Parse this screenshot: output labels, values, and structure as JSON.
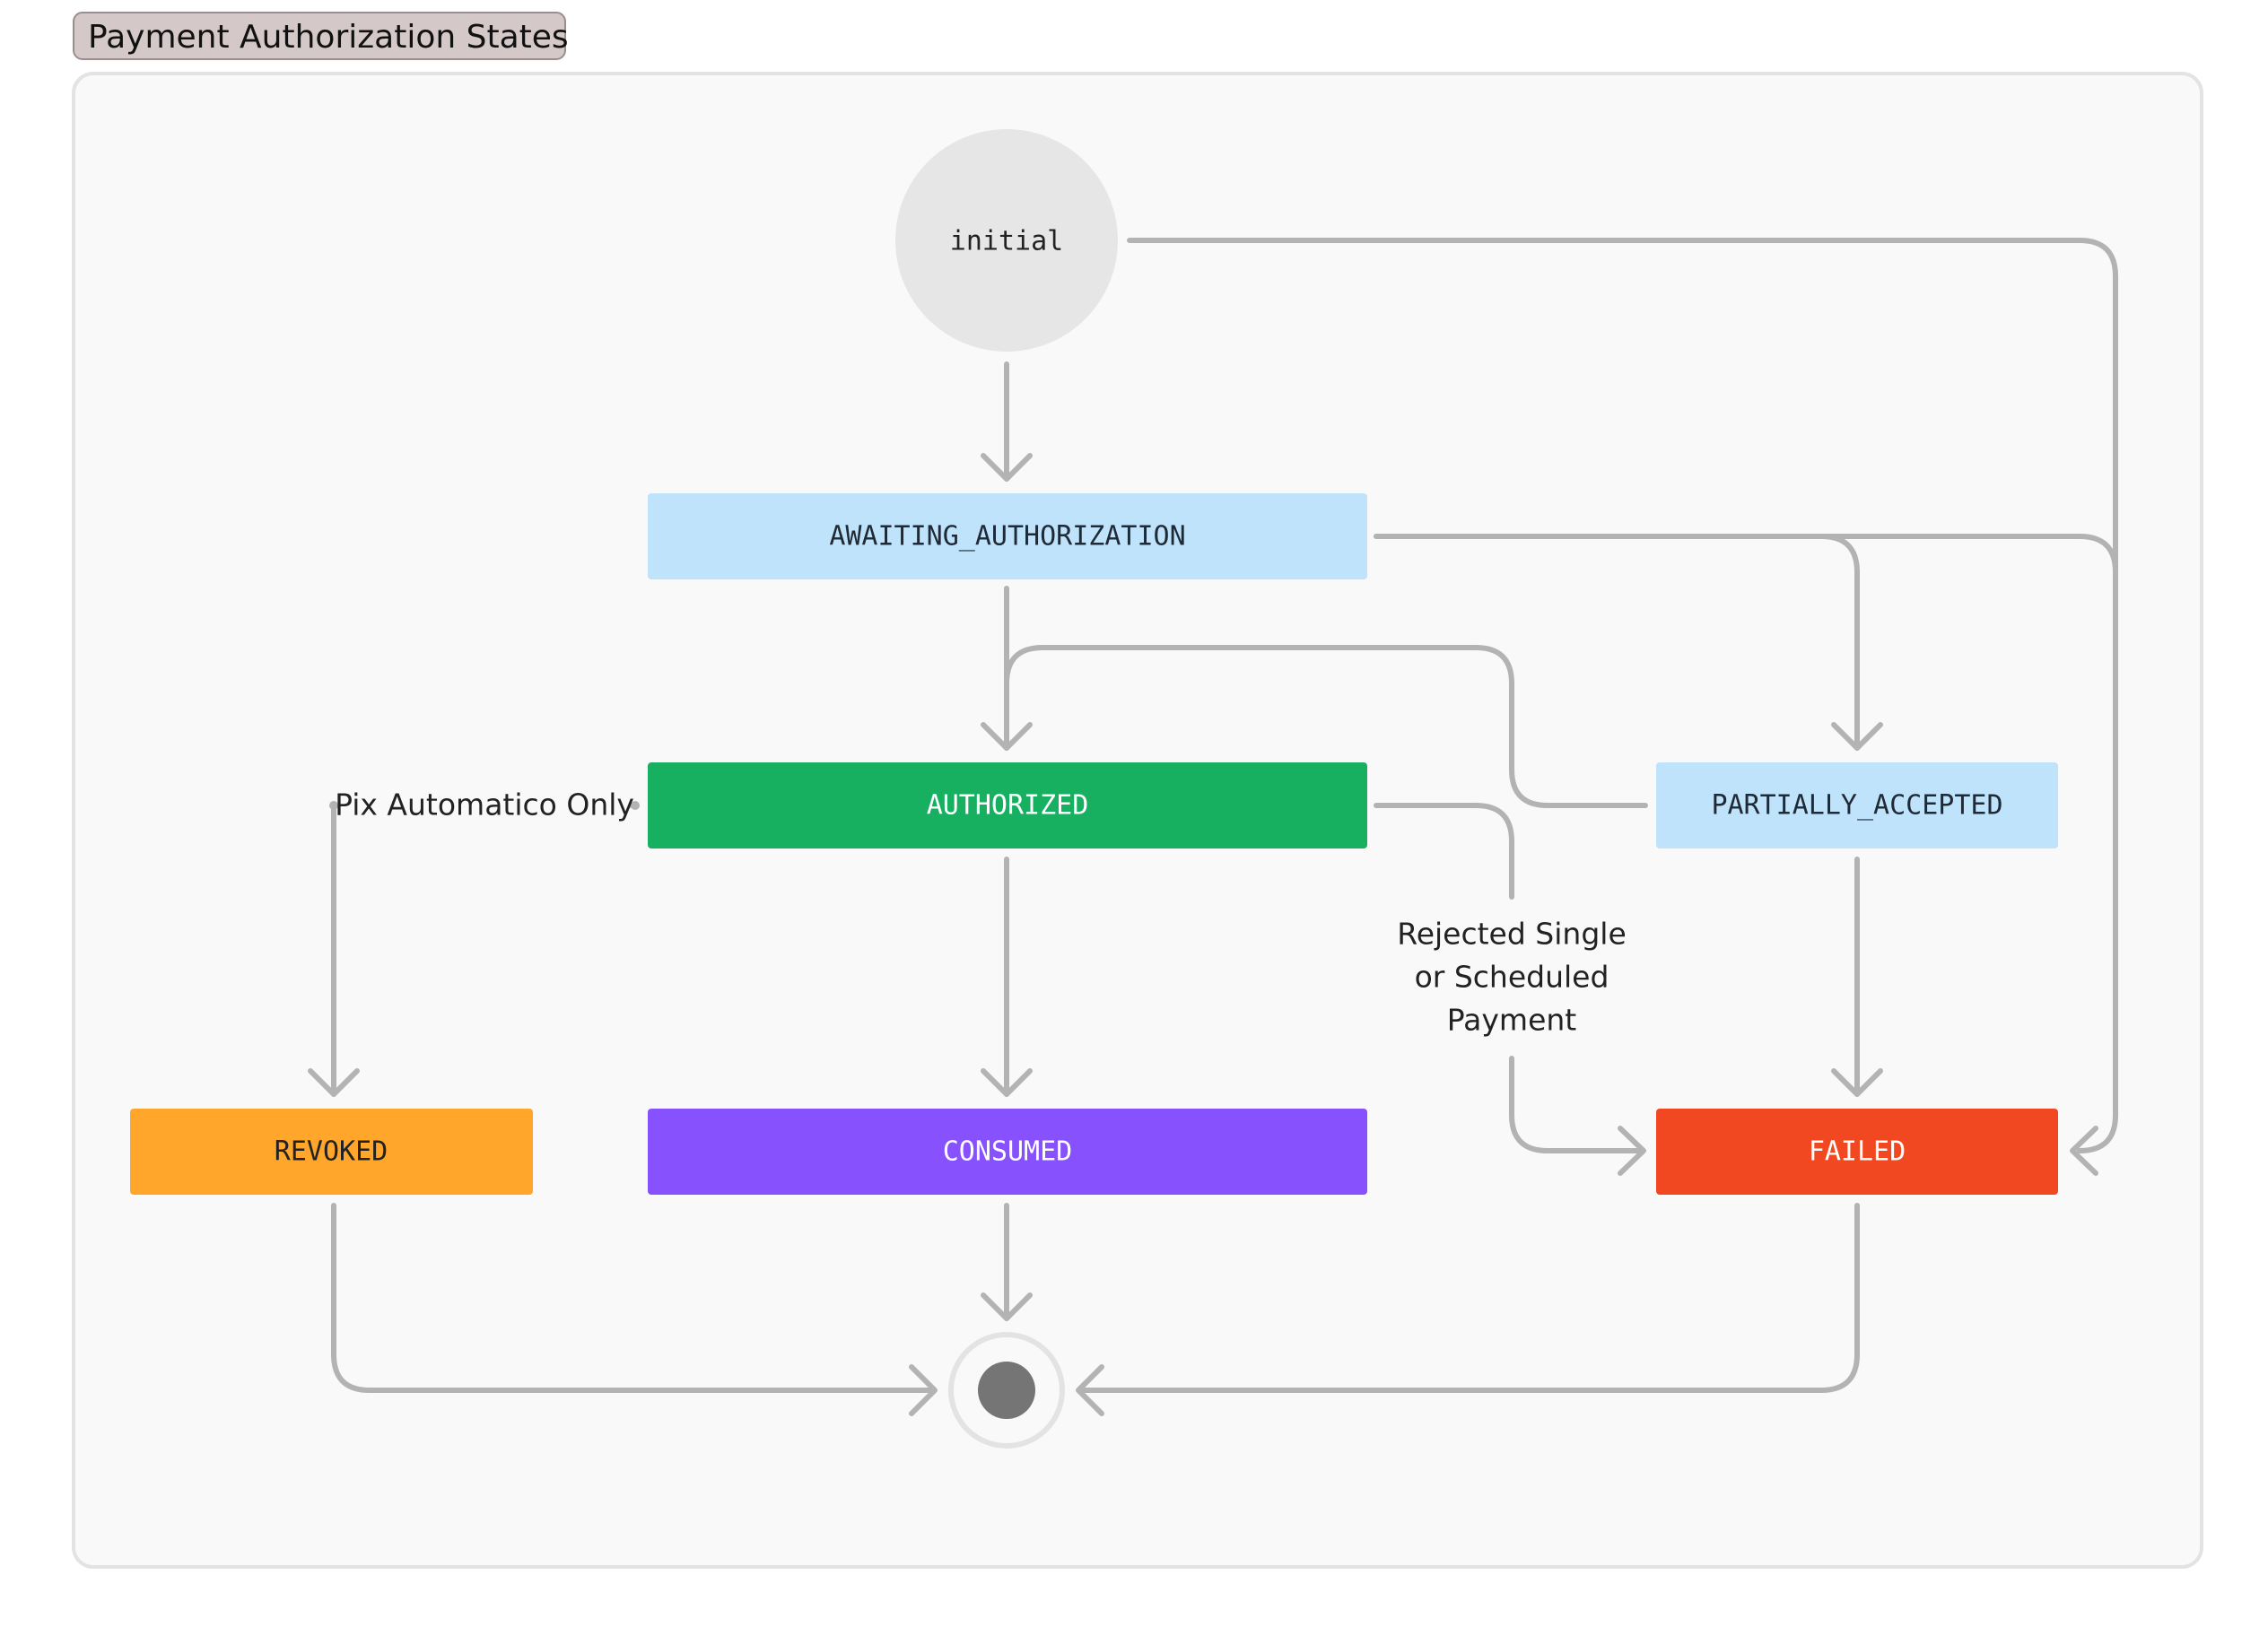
{
  "diagram": {
    "title": "Payment Authorization States",
    "nodes": {
      "initial": {
        "label": "initial",
        "fill": "#e6e6e6",
        "text_color": "#222222"
      },
      "awaiting": {
        "label": "AWAITING_AUTHORIZATION",
        "fill": "#bfe3fb",
        "text_color": "#1f2a36"
      },
      "authorized": {
        "label": "AUTHORIZED",
        "fill": "#17b060",
        "text_color": "#ffffff"
      },
      "partially_accepted": {
        "label": "PARTIALLY_ACCEPTED",
        "fill": "#bfe3fb",
        "text_color": "#1f2a36"
      },
      "revoked": {
        "label": "REVOKED",
        "fill": "#ffa62b",
        "text_color": "#222222"
      },
      "consumed": {
        "label": "CONSUMED",
        "fill": "#8752fe",
        "text_color": "#ffffff"
      },
      "failed": {
        "label": "FAILED",
        "fill": "#f24822",
        "text_color": "#ffffff"
      },
      "end": {
        "label": "",
        "fill": "#757575"
      }
    },
    "edge_labels": {
      "pix_automatico": "Pix Automatico Only",
      "rejected_line1": "Rejected Single",
      "rejected_line2": "or Scheduled",
      "rejected_line3": "Payment"
    },
    "colors": {
      "edge": "#b3b3b3",
      "frame_fill": "#f9f9f9",
      "frame_stroke": "#e3e3e3",
      "title_fill": "#d4c8c8"
    }
  }
}
